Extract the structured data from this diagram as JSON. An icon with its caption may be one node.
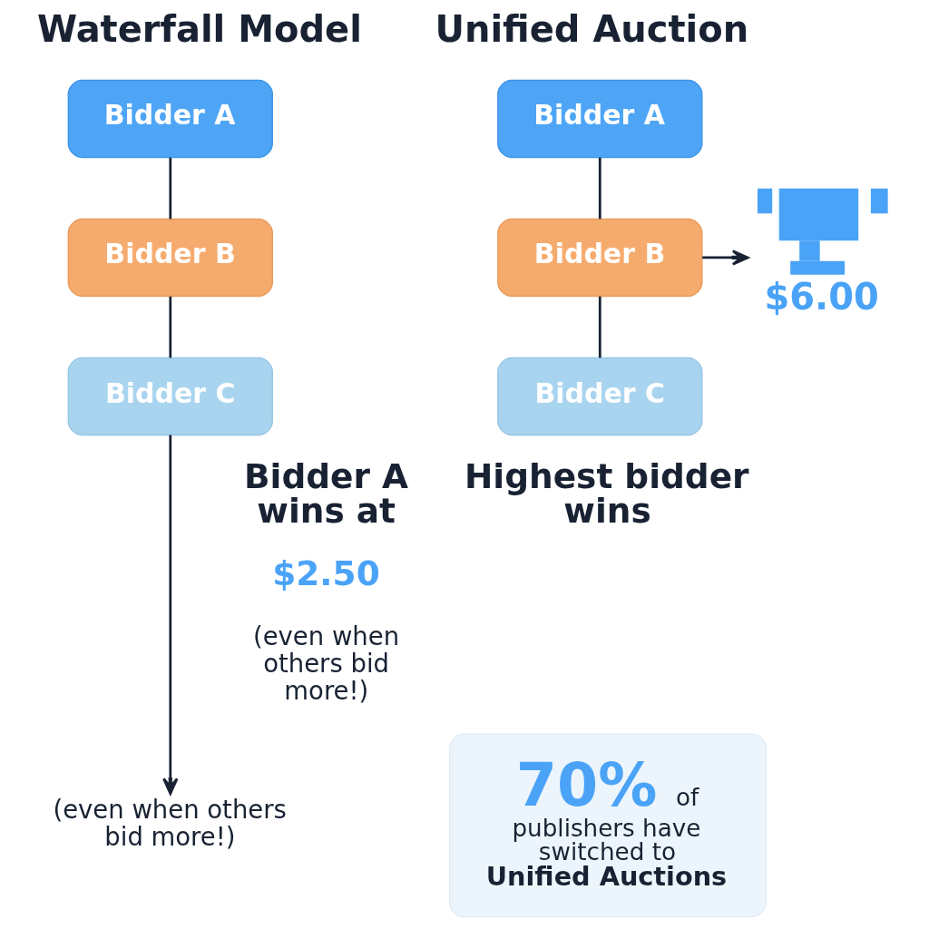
{
  "diagram": {
    "nodes": [
      {
        "text": [
          "Bidder A"
        ]
      },
      {
        "text": [
          "Bidder B"
        ]
      },
      {
        "text": [
          "Bidder C"
        ]
      },
      {
        "text": [
          "(even when others bid more!)"
        ]
      },
      {
        "text": [
          "Bidder A"
        ]
      },
      {
        "text": [
          "Bidder B"
        ]
      },
      {
        "text": [
          "Bidder C"
        ]
      },
      {
        "text": [],
        "shape": "picture",
        "beside": [
          "$6.00"
        ]
      },
      {
        "text": [
          "**70%** of publishers have switched to **Unified Auctions**"
        ]
      }
    ],
    "edges": [
      {
        "from": 0,
        "to": 1,
        "arrow": "none"
      },
      {
        "from": 1,
        "to": 2,
        "arrow": "none"
      },
      {
        "from": 2,
        "to": 3,
        "arrow": "to"
      },
      {
        "from": 4,
        "to": 5,
        "arrow": "none"
      },
      {
        "from": 5,
        "to": 6,
        "arrow": "none"
      },
      {
        "from": 5,
        "to": 7,
        "arrow": "to"
      }
    ],
    "labels": [
      "Waterfall Model",
      "Unified Auction",
      "Bidder A wins at",
      "$2.50",
      "(even when others bid more!)",
      "Highest bidder wins"
    ]
  }
}
